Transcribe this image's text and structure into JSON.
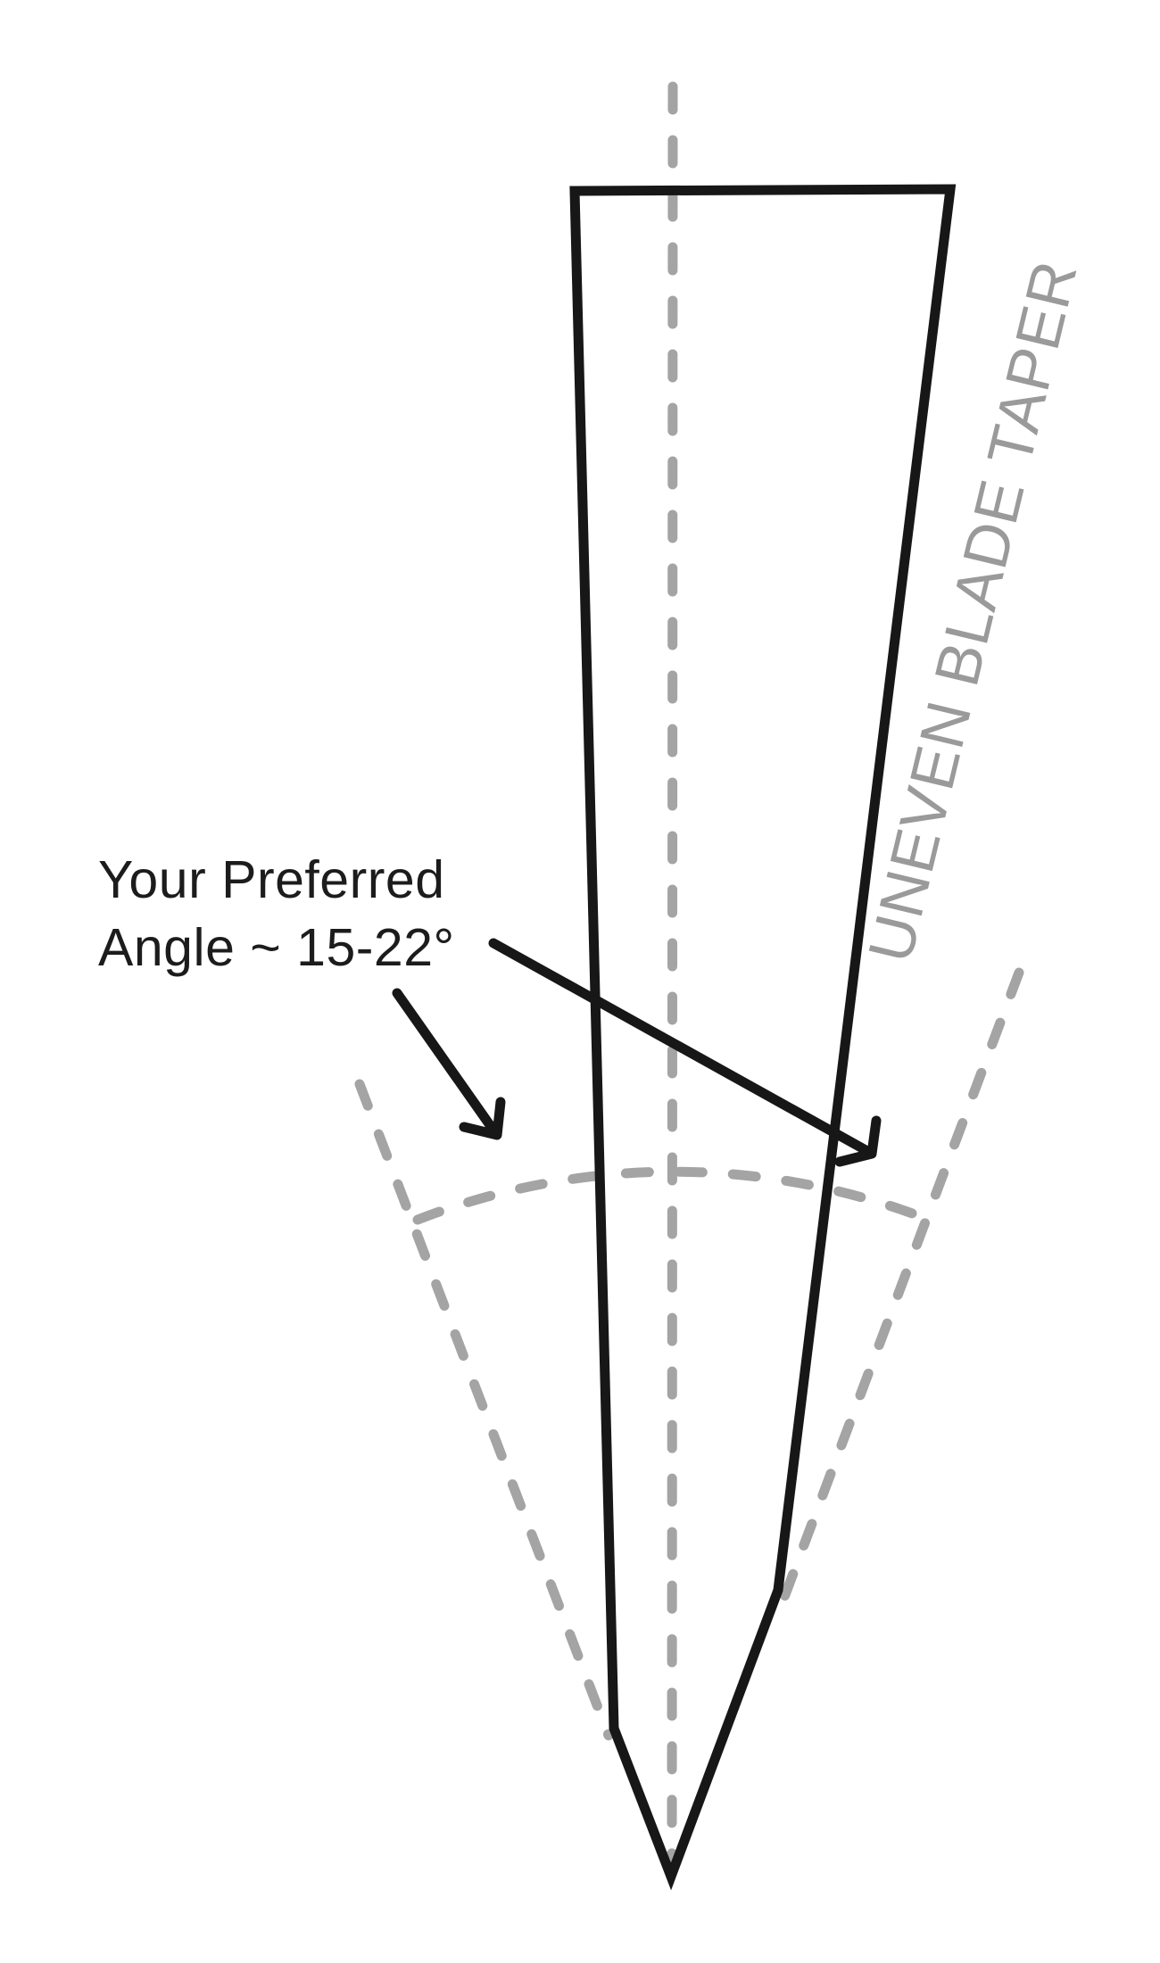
{
  "diagram": {
    "title_visible": false,
    "annotation": {
      "line1": "Your Preferred",
      "line2": "Angle ~ 15-22°",
      "angle_range": "15-22°"
    },
    "rotated_label": "UNEVEN BLADE TAPER",
    "elements": {
      "blade": "uneven tapered blade outline with point at bottom",
      "center_axis": "vertical dashed center line through blade tip",
      "angle_guides": "two dashed lines converging at blade tip",
      "angle_arc": "dashed arc spanning between the angle guide lines",
      "arrows": "two black arrows from label pointing to angle guide region"
    },
    "colors": {
      "ink_black": "#171717",
      "guide_gray": "#a4a4a4",
      "label_gray": "#9a9a9a",
      "background": "#ffffff"
    }
  }
}
